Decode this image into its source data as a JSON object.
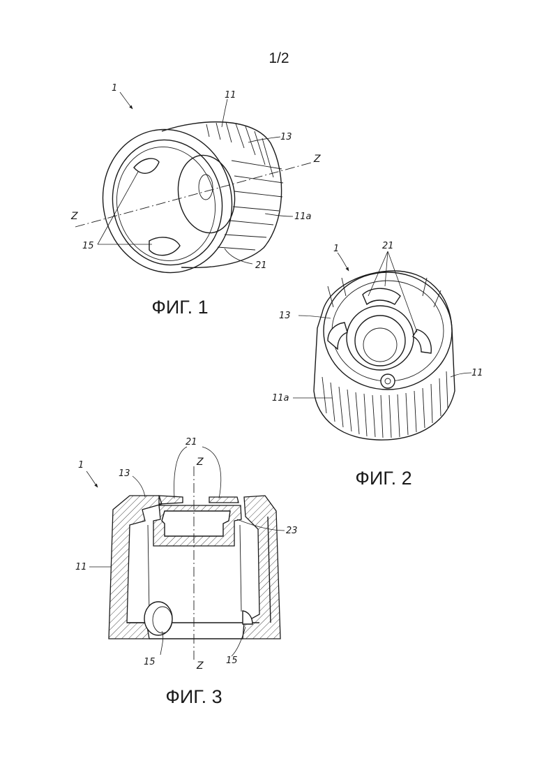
{
  "sheet": {
    "page_number": "1/2"
  },
  "figures": [
    {
      "caption": "ФИГ. 1",
      "labels": {
        "assembly": "1",
        "body": "11",
        "knurl": "11a",
        "top": "13",
        "ribs": "15",
        "ring": "21",
        "axis_left": "Z",
        "axis_right": "Z"
      }
    },
    {
      "caption": "ФИГ. 2",
      "labels": {
        "assembly": "1",
        "ribs": "21",
        "top": "13",
        "body": "11",
        "knurl": "11a"
      }
    },
    {
      "caption": "ФИГ. 3",
      "labels": {
        "assembly": "1",
        "ring": "21",
        "top": "13",
        "axis_top": "Z",
        "cavity": "23",
        "body": "11",
        "rib_left": "15",
        "rib_right": "15",
        "axis_bottom": "Z"
      }
    }
  ]
}
